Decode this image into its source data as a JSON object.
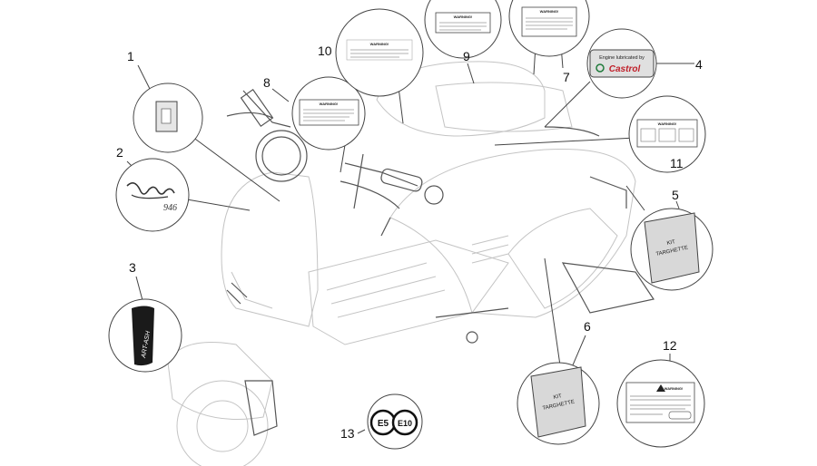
{
  "callouts": {
    "c1": "1",
    "c2": "2",
    "c3": "3",
    "c4": "4",
    "c5": "5",
    "c6": "6",
    "c7": "7",
    "c8": "8",
    "c9": "9",
    "c10": "10",
    "c11": "11",
    "c12": "12",
    "c13": "13"
  },
  "labels": {
    "warning": "WARNING!",
    "castrol_top": "Engine lubricated by",
    "castrol_brand": "Castrol",
    "kit_line1": "KIT",
    "kit_line2": "TARGHETTE",
    "fuel_e5": "E5",
    "fuel_e10": "E10",
    "emblem_text": "ART-ASH",
    "badge_946": "946"
  },
  "colors": {
    "line": "#444444",
    "faint": "#c4c4c4",
    "castrol_red": "#c0202a",
    "castrol_green": "#1f7a3a"
  }
}
